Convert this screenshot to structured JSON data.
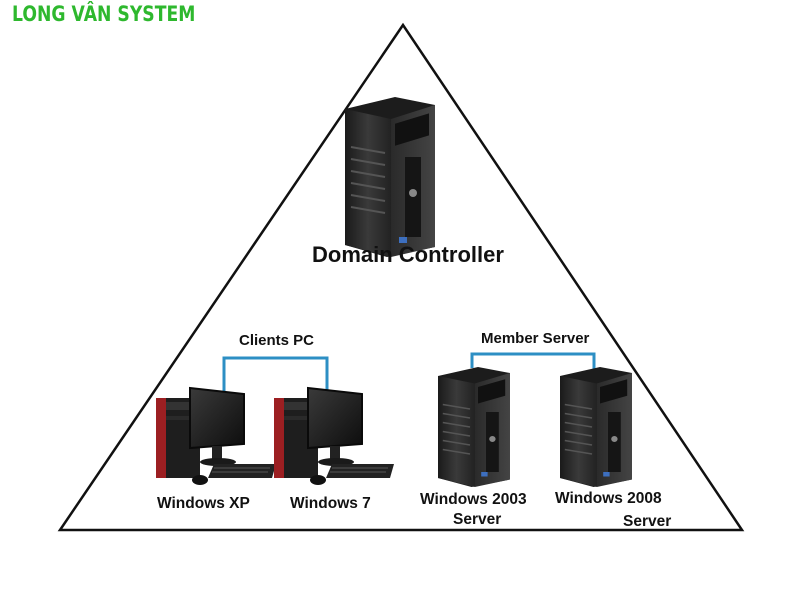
{
  "watermark": {
    "text": "LONG VÂN SYSTEM",
    "color": "#2eb82e"
  },
  "diagram": {
    "domain_controller": {
      "label": "Domain Controller",
      "icon": "tower-server-icon"
    },
    "groups": {
      "clients": {
        "label": "Clients PC"
      },
      "members": {
        "label": "Member Server"
      }
    },
    "nodes": [
      {
        "id": "winxp",
        "label": "Windows XP",
        "icon": "desktop-pc-icon"
      },
      {
        "id": "win7",
        "label": "Windows 7",
        "icon": "desktop-pc-icon"
      },
      {
        "id": "win2003",
        "label_line1": "Windows 2003",
        "label_line2": "Server",
        "icon": "tower-server-icon"
      },
      {
        "id": "win2008",
        "label_line1": "Windows 2008",
        "label_line2": "Server",
        "icon": "tower-server-icon"
      }
    ],
    "colors": {
      "triangle": "#111111",
      "link": "#2d8fc4",
      "server_body": "#2b2b2b",
      "pc_accent": "#b4262a"
    }
  }
}
